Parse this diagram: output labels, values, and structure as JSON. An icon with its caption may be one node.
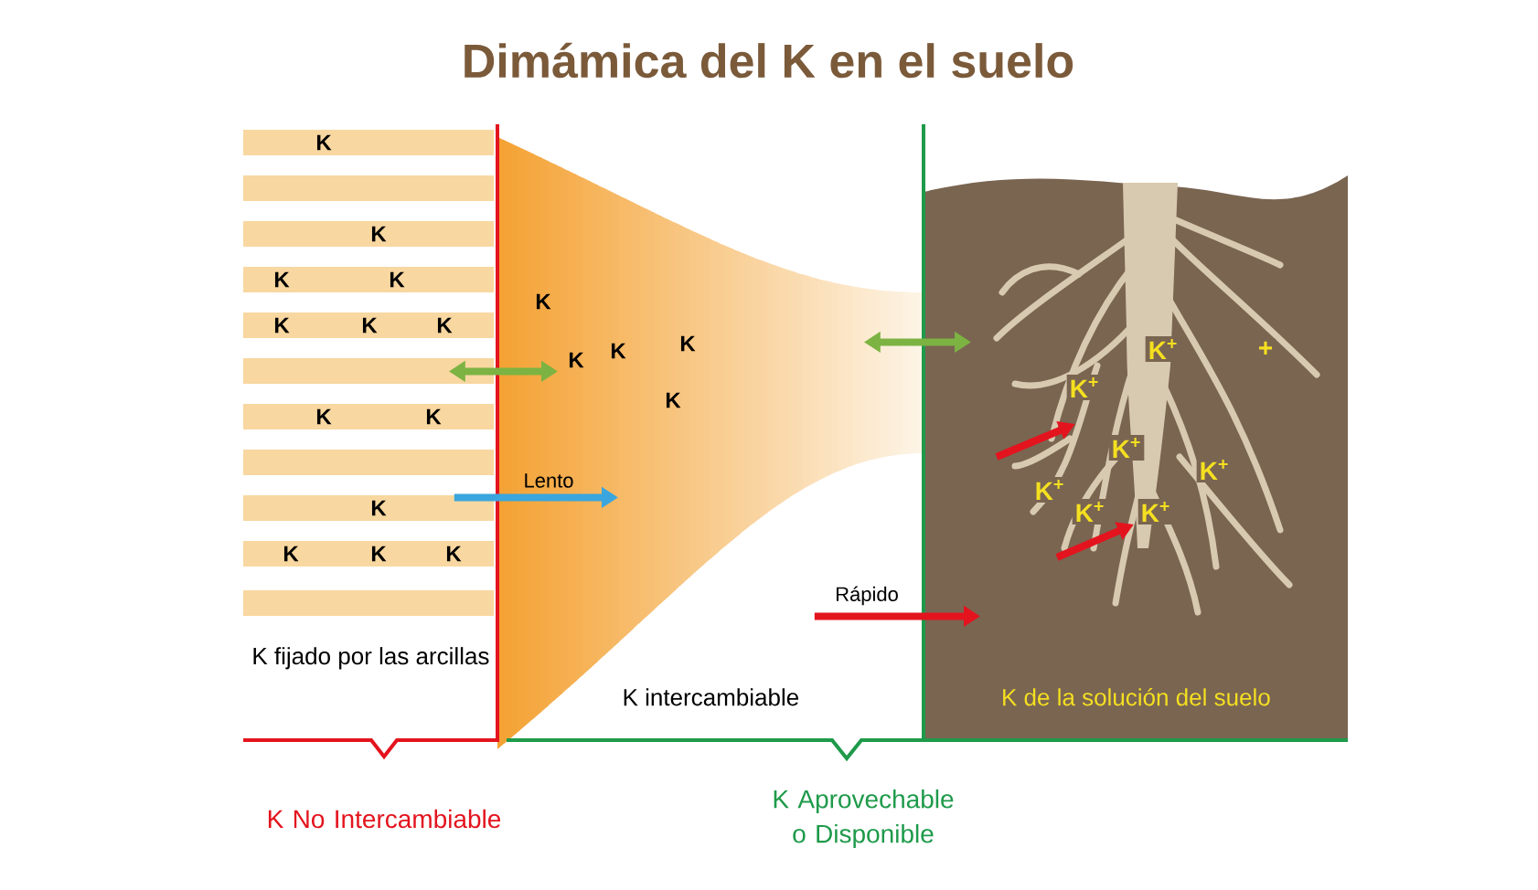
{
  "diagram": {
    "title": "Dimámica del K en el suelo",
    "nodes": [
      {
        "text": [
          "K fijado por las arcillas"
        ]
      },
      {
        "text": [
          "K intercambiable"
        ]
      },
      {
        "text": [
          "K de la solución del suelo"
        ]
      }
    ],
    "edges": [
      {
        "from": 0,
        "to": 1,
        "arrow": "both",
        "color": "#7cb342"
      },
      {
        "from": 1,
        "to": 2,
        "arrow": "both",
        "color": "#7cb342"
      },
      {
        "from": 0,
        "to": 1,
        "arrow": "to",
        "label": "Lento",
        "color": "#3aa6dd"
      },
      {
        "from": 1,
        "to": 2,
        "arrow": "to",
        "label": "Rápido",
        "color": "#e3141e"
      }
    ],
    "labels": [
      "K",
      "K",
      "K",
      "K",
      "K",
      "K",
      "K",
      "K",
      "K",
      "K",
      "K",
      "K",
      "K",
      "K",
      "K",
      "K",
      "K",
      "K",
      "K$^{+}$",
      "+",
      "K$^{+}$",
      "K$^{+}$",
      "K$^{+}$",
      "K$^{+}$",
      "K$^{+}$",
      "K$^{+}$",
      "K No Intercambiable",
      "K Aprovechable o Disponible"
    ]
  }
}
